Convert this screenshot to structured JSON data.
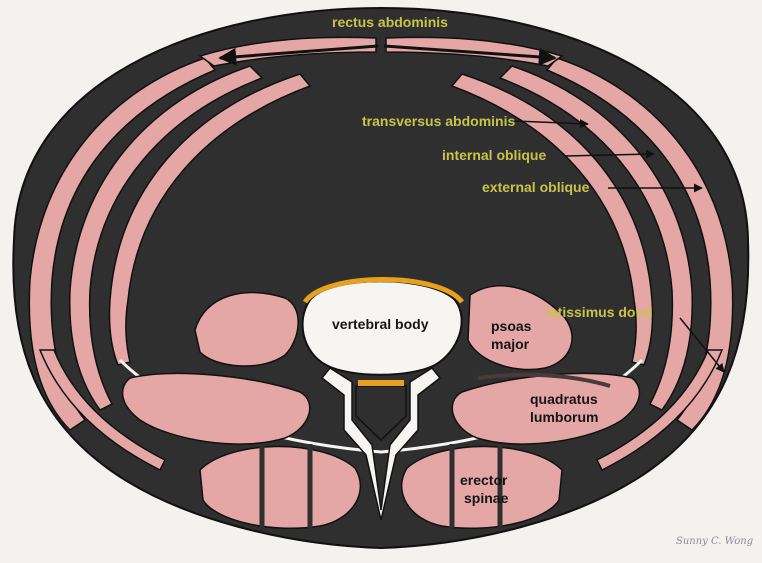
{
  "labels": {
    "rectus_abdominis": "rectus abdominis",
    "transversus_abdominis": "transversus abdominis",
    "internal_oblique": "internal oblique",
    "external_oblique": "external oblique",
    "latissimus_dorsi": "latissimus dorsi",
    "vertebral_body": "vertebral body",
    "psoas_major_line1": "psoas",
    "psoas_major_line2": "major",
    "quadratus_lumborum_line1": "quadratus",
    "quadratus_lumborum_line2": "lumborum",
    "erector_spinae_line1": "erector",
    "erector_spinae_line2": "spinae"
  },
  "signature": "Sunny C. Wong",
  "colors": {
    "background": "#f4f2ef",
    "body_dark": "#2f2f2f",
    "muscle_pink": "#e4a7a6",
    "bone_white": "#f7f5f2",
    "cartilage_orange": "#e7a11c",
    "label_olive": "#c8c44a",
    "label_dark": "#141414"
  }
}
